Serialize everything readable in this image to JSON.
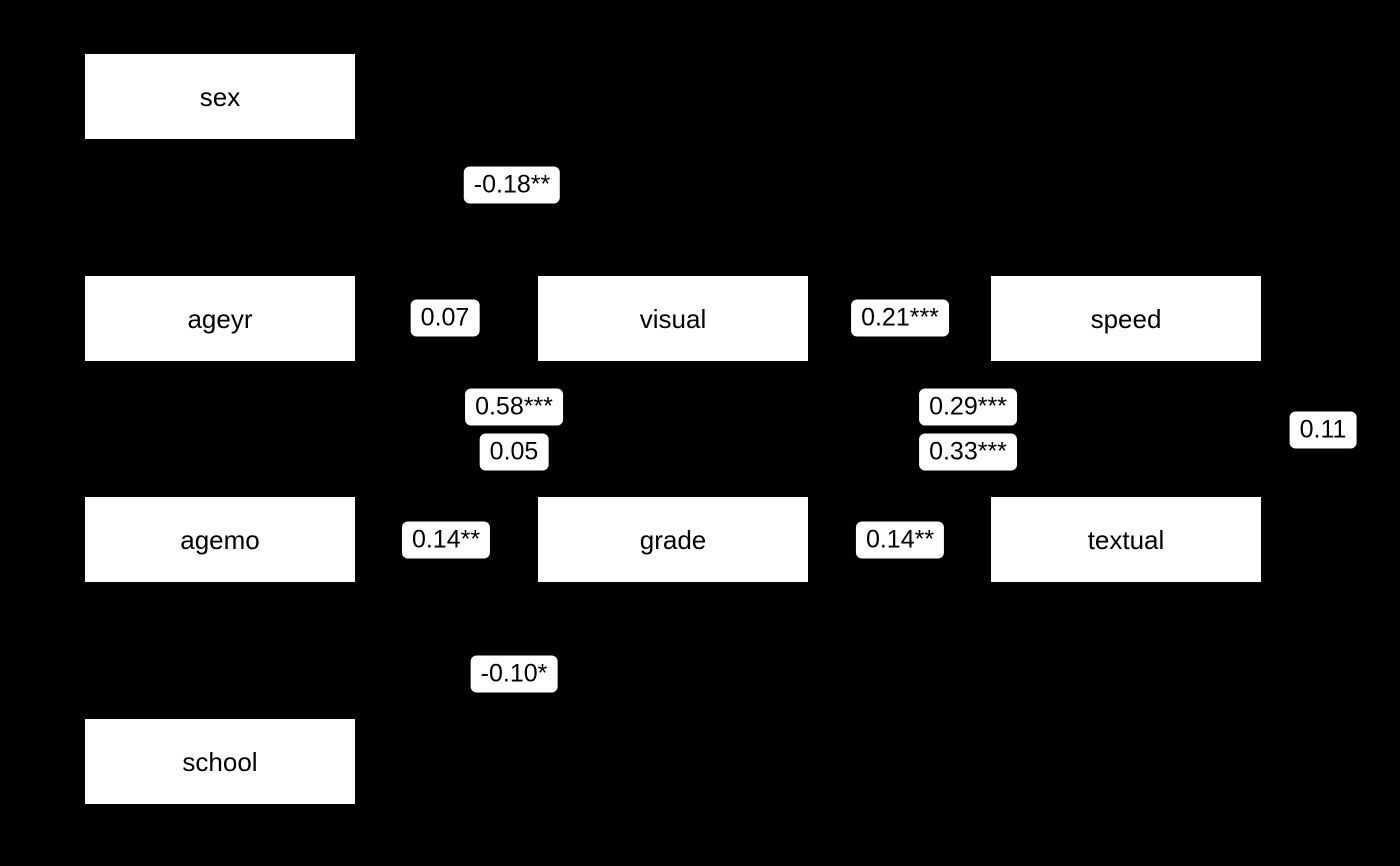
{
  "diagram": {
    "background_color": "#000000",
    "node_fill_color": "#ffffff",
    "node_text_color": "#000000",
    "edge_label_fill_color": "#ffffff",
    "edge_label_text_color": "#000000",
    "nodes": [
      {
        "id": "sex",
        "label": "sex"
      },
      {
        "id": "ageyr",
        "label": "ageyr"
      },
      {
        "id": "visual",
        "label": "visual"
      },
      {
        "id": "speed",
        "label": "speed"
      },
      {
        "id": "agemo",
        "label": "agemo"
      },
      {
        "id": "grade",
        "label": "grade"
      },
      {
        "id": "textual",
        "label": "textual"
      },
      {
        "id": "school",
        "label": "school"
      }
    ],
    "edge_labels": [
      {
        "id": "e1",
        "value": "-0.18**"
      },
      {
        "id": "e2",
        "value": "0.07"
      },
      {
        "id": "e3",
        "value": "0.21***"
      },
      {
        "id": "e4",
        "value": "0.58***"
      },
      {
        "id": "e5",
        "value": "0.05"
      },
      {
        "id": "e6",
        "value": "0.29***"
      },
      {
        "id": "e7",
        "value": "0.33***"
      },
      {
        "id": "e8",
        "value": "0.11"
      },
      {
        "id": "e9",
        "value": "0.14**"
      },
      {
        "id": "e10",
        "value": "0.14**"
      },
      {
        "id": "e11",
        "value": "-0.10*"
      }
    ]
  }
}
